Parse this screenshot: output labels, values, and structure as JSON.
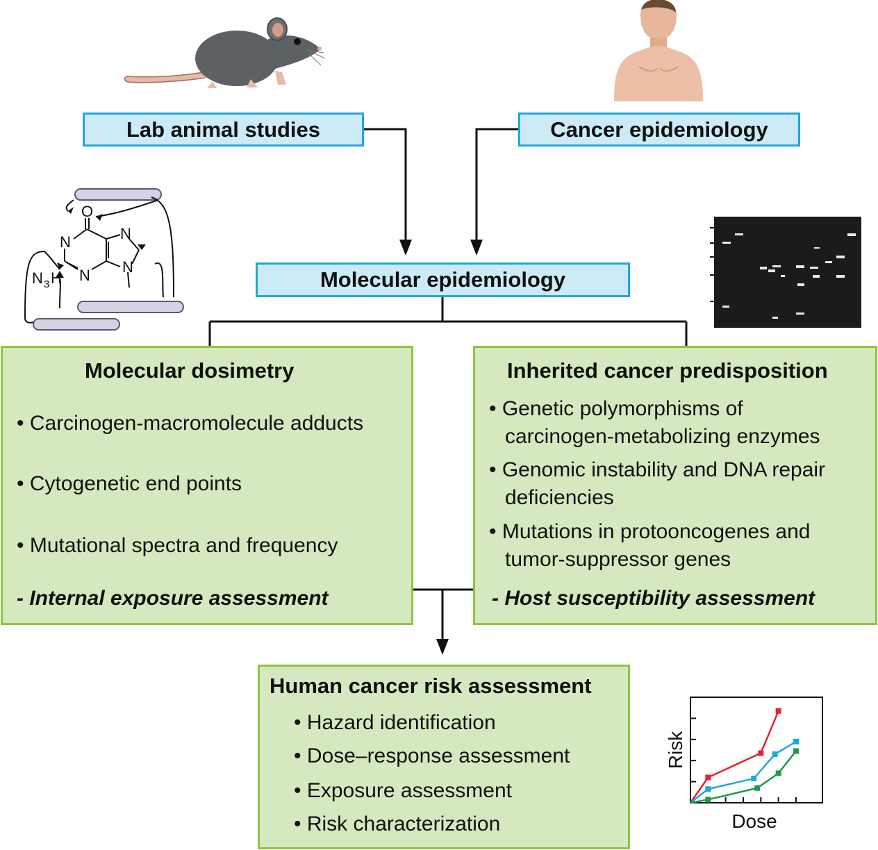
{
  "boxes": {
    "lab_animal": "Lab animal studies",
    "cancer_epi": "Cancer epidemiology",
    "molecular_epi": "Molecular epidemiology"
  },
  "dosimetry": {
    "title": "Molecular dosimetry",
    "items": [
      "Carcinogen-macromolecule adducts",
      "Cytogenetic end points",
      "Mutational spectra and frequency"
    ],
    "assessment": "- Internal exposure assessment"
  },
  "predisposition": {
    "title": "Inherited cancer predisposition",
    "items": [
      [
        "Genetic polymorphisms of",
        "carcinogen-metabolizing enzymes"
      ],
      [
        "Genomic instability and DNA repair",
        "deficiencies"
      ],
      [
        "Mutations in protooncogenes and",
        "tumor-suppressor genes"
      ]
    ],
    "assessment": "- Host susceptibility assessment"
  },
  "risk": {
    "title": "Human cancer risk assessment",
    "items": [
      "Hazard identification",
      "Dose–response assessment",
      "Exposure assessment",
      "Risk characterization"
    ]
  },
  "molecule_labels": {
    "o": "O",
    "n1": "N",
    "n3": "N",
    "n7": "N",
    "n9": "N",
    "n3h": "N",
    "sub3": "3",
    "h": "H"
  },
  "chart_data": {
    "type": "line",
    "xlabel": "Dose",
    "ylabel": "Risk",
    "series": [
      {
        "color": "#e8212b",
        "points": [
          [
            0,
            0
          ],
          [
            1,
            2.4
          ],
          [
            4,
            4.7
          ],
          [
            5,
            8.7
          ]
        ]
      },
      {
        "color": "#1fa7d8",
        "points": [
          [
            0,
            0
          ],
          [
            1,
            1.3
          ],
          [
            3.6,
            2.3
          ],
          [
            4.8,
            4.6
          ],
          [
            6,
            5.8
          ]
        ]
      },
      {
        "color": "#1a9a4a",
        "points": [
          [
            0,
            0
          ],
          [
            1,
            0.3
          ],
          [
            3.8,
            1.4
          ],
          [
            5,
            2.8
          ],
          [
            6,
            4.9
          ]
        ]
      }
    ],
    "xlim": [
      0,
      7.5
    ],
    "ylim": [
      0,
      10
    ],
    "yticks": [
      2,
      4,
      6,
      8
    ],
    "xticks": [
      1,
      2,
      3,
      4,
      5,
      6
    ]
  },
  "colors": {
    "blue_fill": "#cdeaf7",
    "blue_border": "#1fa7d8",
    "green_fill": "#d6e8bf",
    "green_border": "#8cc63f"
  }
}
